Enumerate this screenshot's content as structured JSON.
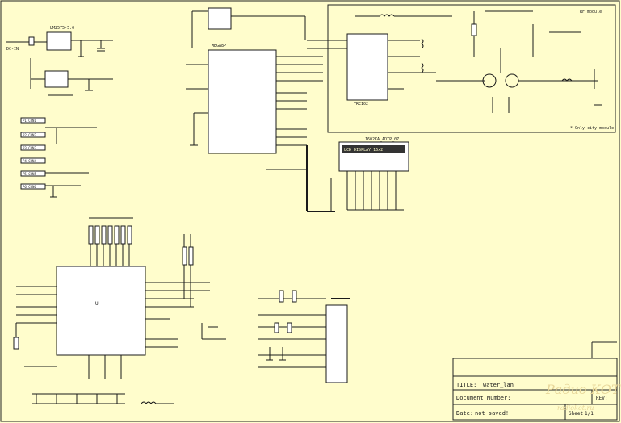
{
  "colors": {
    "background": "#fffdcc",
    "ink": "#1a1a1a",
    "watermark": "#e8d79a"
  },
  "rf_module": {
    "label": "RF module",
    "note": "* Only city module",
    "chip": "TRC102"
  },
  "mcu_top": {
    "name": "MEGA8P"
  },
  "mcu_bottom": {
    "name": "U"
  },
  "lcd": {
    "title": "1602KA_ADTP_07",
    "subtitle": "LCD DISPLAY 16x2"
  },
  "power": {
    "regulator": "LM2575-5.0",
    "input": "DC-IN"
  },
  "title_block": {
    "title_label": "TITLE:",
    "title_value": "water_lan",
    "docnum_label": "Document Number:",
    "rev_label": "REV:",
    "date_label": "Date:",
    "date_value": "not saved!",
    "sheet_label": "Sheet",
    "sheet_value": "1/1"
  },
  "watermark": {
    "line1": "Радио КОТ",
    "line2": "radiokot.ru"
  },
  "connectors": [
    "P1_CON1",
    "P2_CON2",
    "P3_CON3",
    "P4_CON4",
    "P5_CON5",
    "P6_CON6"
  ]
}
